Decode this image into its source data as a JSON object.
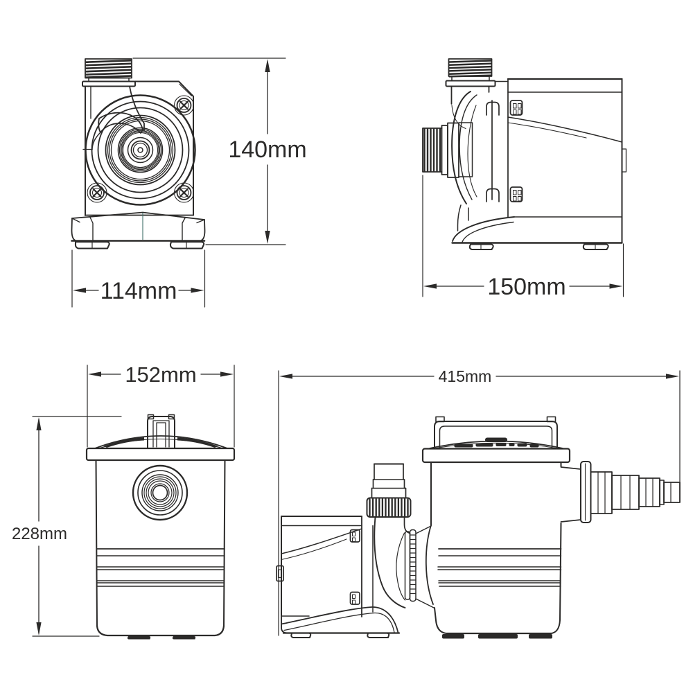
{
  "drawing": {
    "background_color": "#ffffff",
    "line_color": "#2b2a29",
    "views": {
      "pump_front": {
        "height_dim": "140mm",
        "width_dim": "114mm"
      },
      "pump_side": {
        "depth_dim": "150mm"
      },
      "canister_front": {
        "width_dim": "152mm",
        "height_dim": "228mm"
      },
      "assembly": {
        "length_dim": "415mm"
      }
    }
  }
}
